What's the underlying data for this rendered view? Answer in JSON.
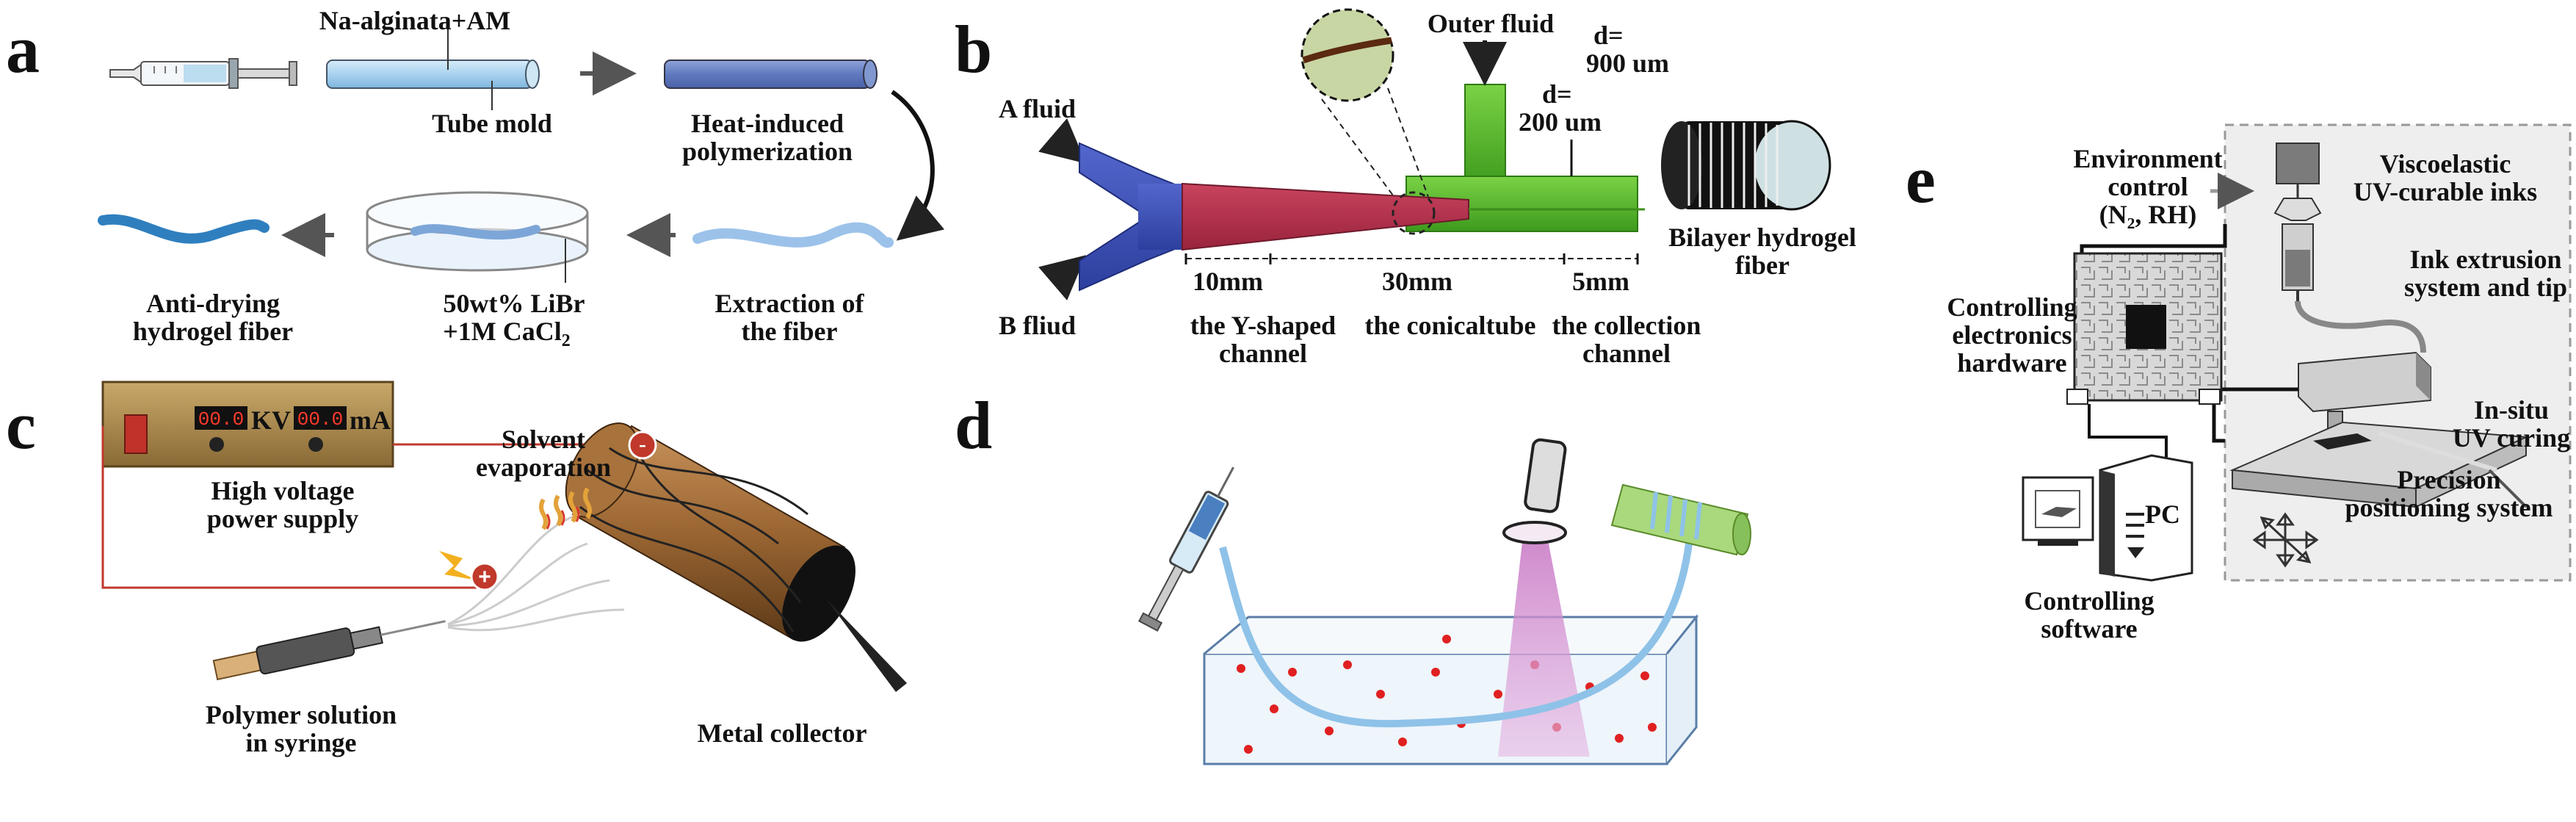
{
  "colors": {
    "ink": "#1a1a1a",
    "tube_light": "#b9dcf2",
    "tube_dark": "#6c86c6",
    "fiber_blue": "#2f7fbf",
    "fiber_light": "#8fb8e6",
    "y_channel": "#3a4fb5",
    "cone": "#b8334e",
    "collector_green": "#59b52c",
    "wire_red": "#c0392b",
    "collector_brown": "#8a5a2b",
    "uv_pink": "#d58ad0",
    "dot_red": "#e02020",
    "panel_e_bg": "#eeeeee"
  },
  "panel_a": {
    "label": "a",
    "reagent": "Na-alginata+AM",
    "tube_mold": "Tube mold",
    "heat_1": "Heat-induced",
    "heat_2": "polymerization",
    "extract_1": "Extraction of",
    "extract_2": "the fiber",
    "bath_1": "50wt% LiBr",
    "bath_2": "+1M CaCl",
    "bath_sub": "2",
    "anti_1": "Anti-drying",
    "anti_2": "hydrogel fiber"
  },
  "panel_b": {
    "label": "b",
    "a_fluid": "A fluid",
    "b_fluid": "B fliud",
    "outer_fluid": "Outer fluid",
    "d900_1": "d=",
    "d900_2": "900 um",
    "d200_1": "d=",
    "d200_2": "200 um",
    "bilayer_1": "Bilayer hydrogel",
    "bilayer_2": "fiber",
    "len_10": "10mm",
    "len_30": "30mm",
    "len_5": "5mm",
    "ch1_1": "the Y-shaped",
    "ch1_2": "channel",
    "ch2": "the conicaltube",
    "ch3_1": "the collection",
    "ch3_2": "channel"
  },
  "panel_c": {
    "label": "c",
    "kv_value": "00.0",
    "kv_unit": "KV",
    "ma_value": "00.0",
    "ma_unit": "mA",
    "hv_1": "High voltage",
    "hv_2": "power supply",
    "solvent_1": "Solvent",
    "solvent_2": "evaporation",
    "minus": "-",
    "plus": "+",
    "polymer_1": "Polymer solution",
    "polymer_2": "in syringe",
    "metal": "Metal collector"
  },
  "panel_d": {
    "label": "d"
  },
  "panel_e": {
    "label": "e",
    "env_1": "Environment",
    "env_2": "control",
    "env_3": "(N₂, RH)",
    "visco_1": "Viscoelastic",
    "visco_2": "UV-curable inks",
    "ink_1": "Ink extrusion",
    "ink_2": "system and tip",
    "ctrl_hw_1": "Controlling",
    "ctrl_hw_2": "electronics",
    "ctrl_hw_3": "hardware",
    "insitu_1": "In-situ",
    "insitu_2": "UV curing",
    "precision_1": "Precision",
    "precision_2": "positioning system",
    "pc": "PC",
    "ctrl_sw_1": "Controlling",
    "ctrl_sw_2": "software"
  }
}
